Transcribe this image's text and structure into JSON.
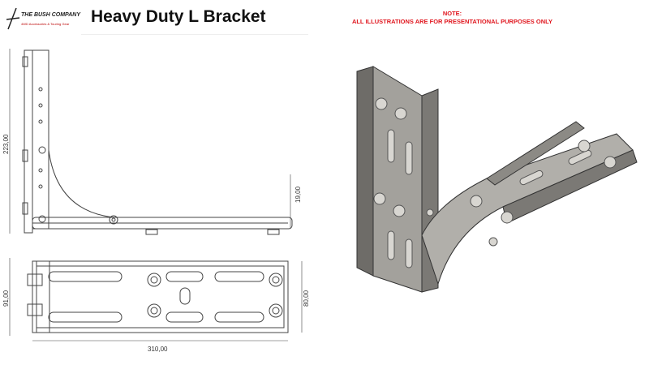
{
  "header": {
    "logo_text": "THE BUSH COMPANY",
    "logo_sub": "4WD Accessories & Touring Gear",
    "title": "Heavy Duty L Bracket"
  },
  "note": {
    "heading": "NOTE:",
    "text": "ALL ILLUSTRATIONS ARE FOR PRESENTATIONAL PURPOSES ONLY"
  },
  "dimensions": {
    "height": "223,00",
    "base_thickness": "19,00",
    "width_outer": "91,00",
    "width_inner": "80,00",
    "length": "310,00"
  },
  "colors": {
    "note": "#e0161e",
    "metal": "#9a9893"
  }
}
